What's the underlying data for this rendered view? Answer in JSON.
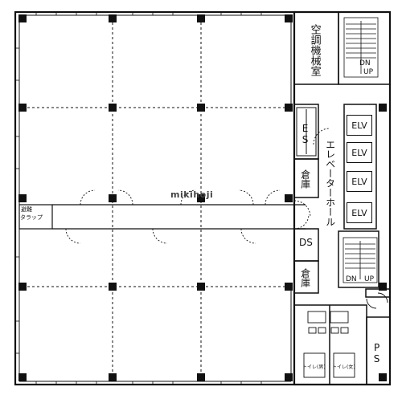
{
  "watermark": "mikihoji",
  "rooms": {
    "ac_room": "空調機械室",
    "es": "ES",
    "storage1": "倉庫",
    "storage2": "倉庫",
    "elevator_hall": "エレベーターホール",
    "ds": "DS",
    "ps": "PS",
    "elv1": "ELV",
    "elv2": "ELV",
    "elv3": "ELV",
    "elv4": "ELV",
    "stair_top_dn": "DN",
    "stair_top_up": "UP",
    "stair_bot_dn": "DN",
    "stair_bot_up": "UP",
    "trap_line1": "避難",
    "trap_line2": "タラップ",
    "toilet_m": "トイレ(男)",
    "toilet_f": "トイレ(女)"
  }
}
